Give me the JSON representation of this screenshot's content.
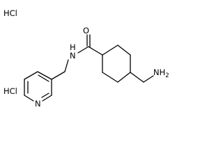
{
  "salt_top": "HCl",
  "salt_bottom": "HCl",
  "atoms": {
    "carbonyl_o": "O",
    "amide_n": "N",
    "amide_h": "H",
    "amine_n": "NH",
    "amine_h_count": "2",
    "pyridine_n": "N"
  },
  "colors": {
    "ink": "#000000",
    "background": "#ffffff"
  }
}
